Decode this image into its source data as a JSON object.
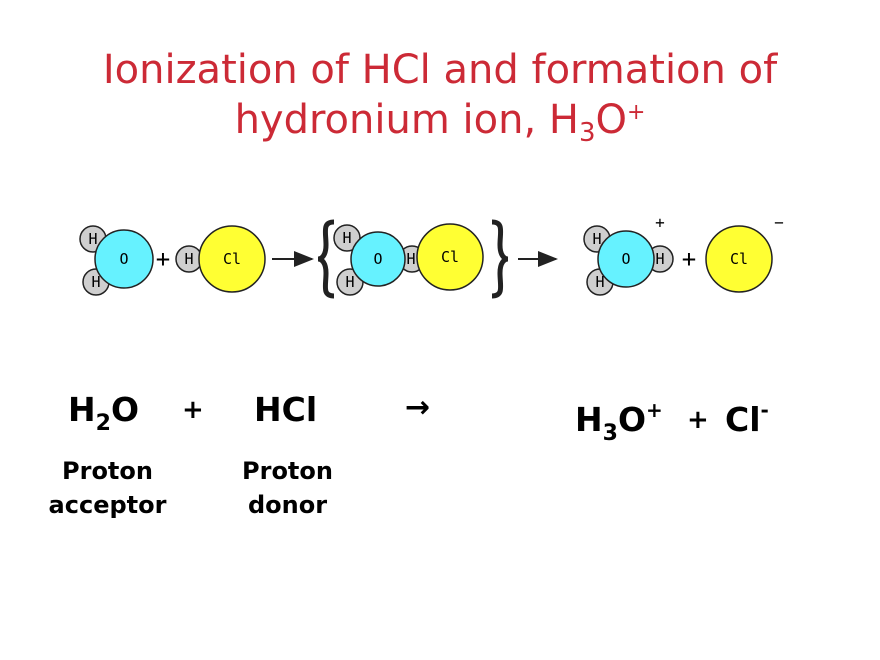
{
  "title": {
    "line1": "Ionization of HCl and formation of",
    "line2_prefix": "hydronium ion, H",
    "line2_sub": "3",
    "line2_mid": "O",
    "line2_sup": "+",
    "color": "#cc2a36"
  },
  "diagram": {
    "atom_labels": {
      "oxygen": "O",
      "hydrogen": "H",
      "chlorine": "Cl"
    },
    "plus": "+",
    "product_charges": {
      "hydronium": "+",
      "chloride": "−"
    },
    "colors": {
      "oxygen": "#66f2ff",
      "hydrogen": "#cfcfcf",
      "chlorine": "#ffff33",
      "outline": "#222222"
    }
  },
  "equation": {
    "water": {
      "prefix": "H",
      "sub": "2",
      "suffix": "O"
    },
    "plus1": "+",
    "hcl": "HCl",
    "arrow": "→",
    "hydronium": {
      "prefix": "H",
      "sub": "3",
      "suffix": "O",
      "sup": "+"
    },
    "plus2": "+",
    "chloride": {
      "base": "Cl",
      "sup": "-"
    }
  },
  "labels": {
    "water_role": {
      "line1": "Proton",
      "line2": "acceptor"
    },
    "hcl_role": {
      "line1": "Proton",
      "line2": "donor"
    }
  }
}
